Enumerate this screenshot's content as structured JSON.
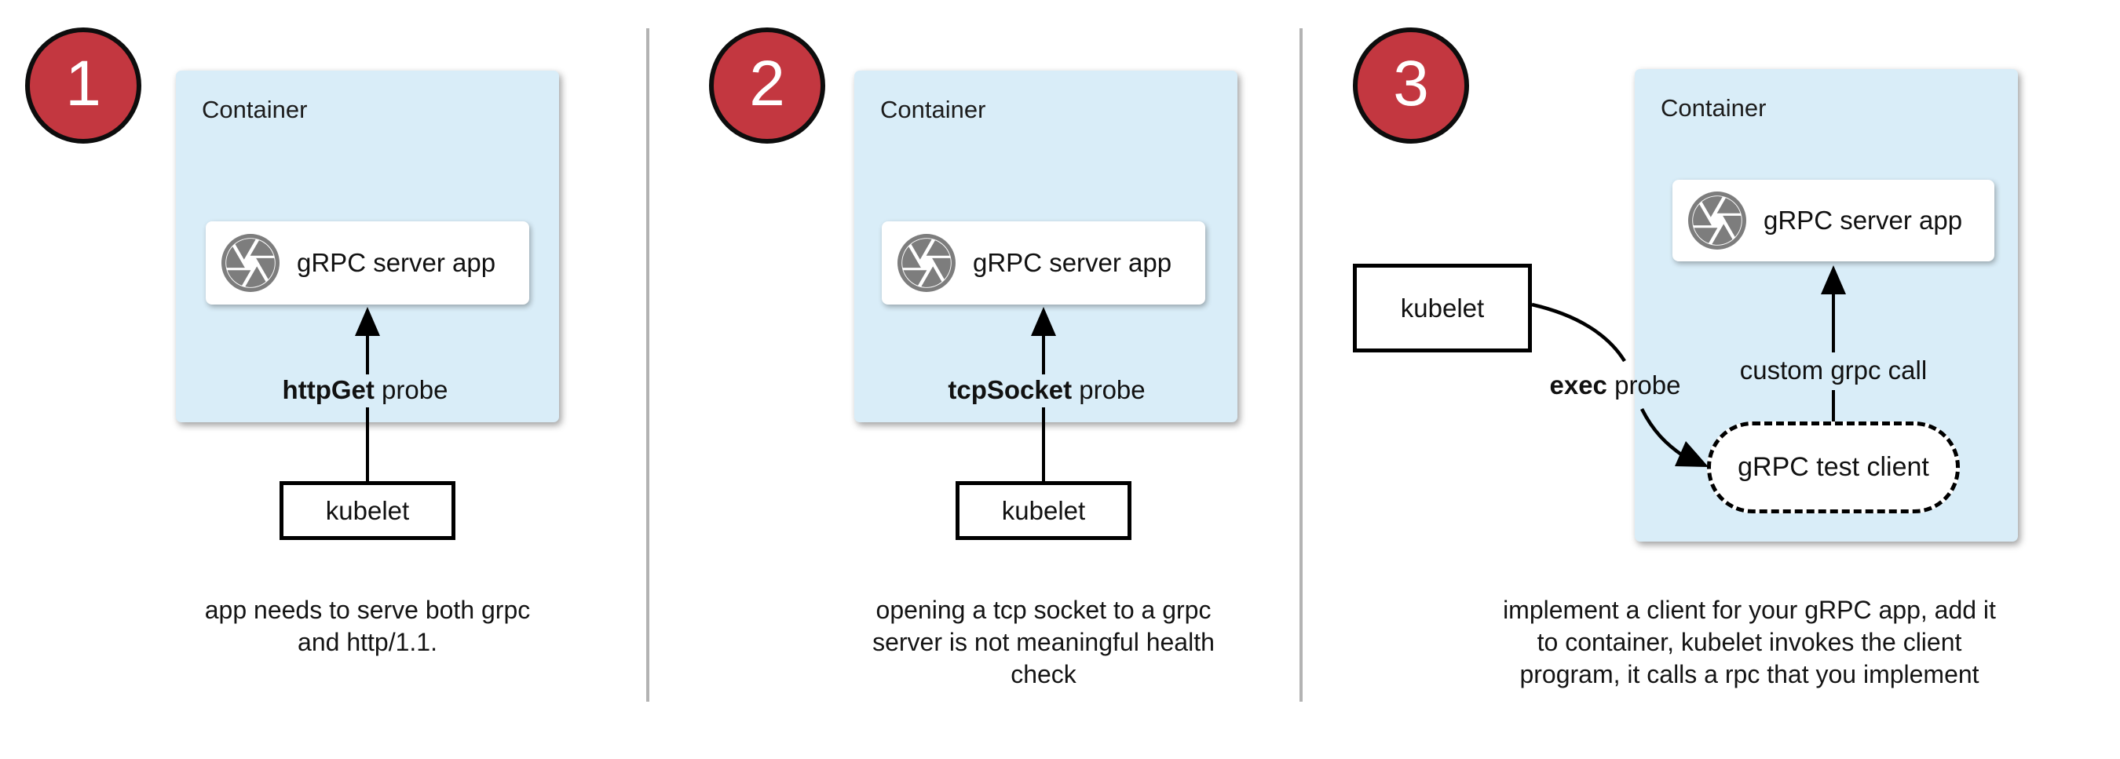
{
  "colors": {
    "badge_red": "#c33740",
    "container_blue": "#d9edf8",
    "icon_gray": "#7d7d7d",
    "divider_gray": "#b3b3b3",
    "line_black": "#000000"
  },
  "panels": [
    {
      "badge": "1",
      "container_title": "Container",
      "app_box": {
        "label": "gRPC server app",
        "icon": "aperture-icon"
      },
      "probe_label": {
        "bold": "httpGet",
        "rest": " probe"
      },
      "kubelet_label": "kubelet",
      "caption_lines": [
        "app needs to serve both grpc",
        "and http/1.1."
      ]
    },
    {
      "badge": "2",
      "container_title": "Container",
      "app_box": {
        "label": "gRPC server app",
        "icon": "aperture-icon"
      },
      "probe_label": {
        "bold": "tcpSocket",
        "rest": " probe"
      },
      "kubelet_label": "kubelet",
      "caption_lines": [
        "opening a tcp socket to a grpc",
        "server is not meaningful health",
        "check"
      ]
    },
    {
      "badge": "3",
      "container_title": "Container",
      "app_box": {
        "label": "gRPC server app",
        "icon": "aperture-icon"
      },
      "probe_label": {
        "bold": "exec",
        "rest": " probe"
      },
      "grpc_call_label": "custom grpc call",
      "test_client_label": "gRPC test client",
      "kubelet_label": "kubelet",
      "caption_lines": [
        "implement a client for your gRPC app, add it",
        "to container, kubelet invokes the client",
        "program, it calls a rpc that you implement"
      ]
    }
  ]
}
